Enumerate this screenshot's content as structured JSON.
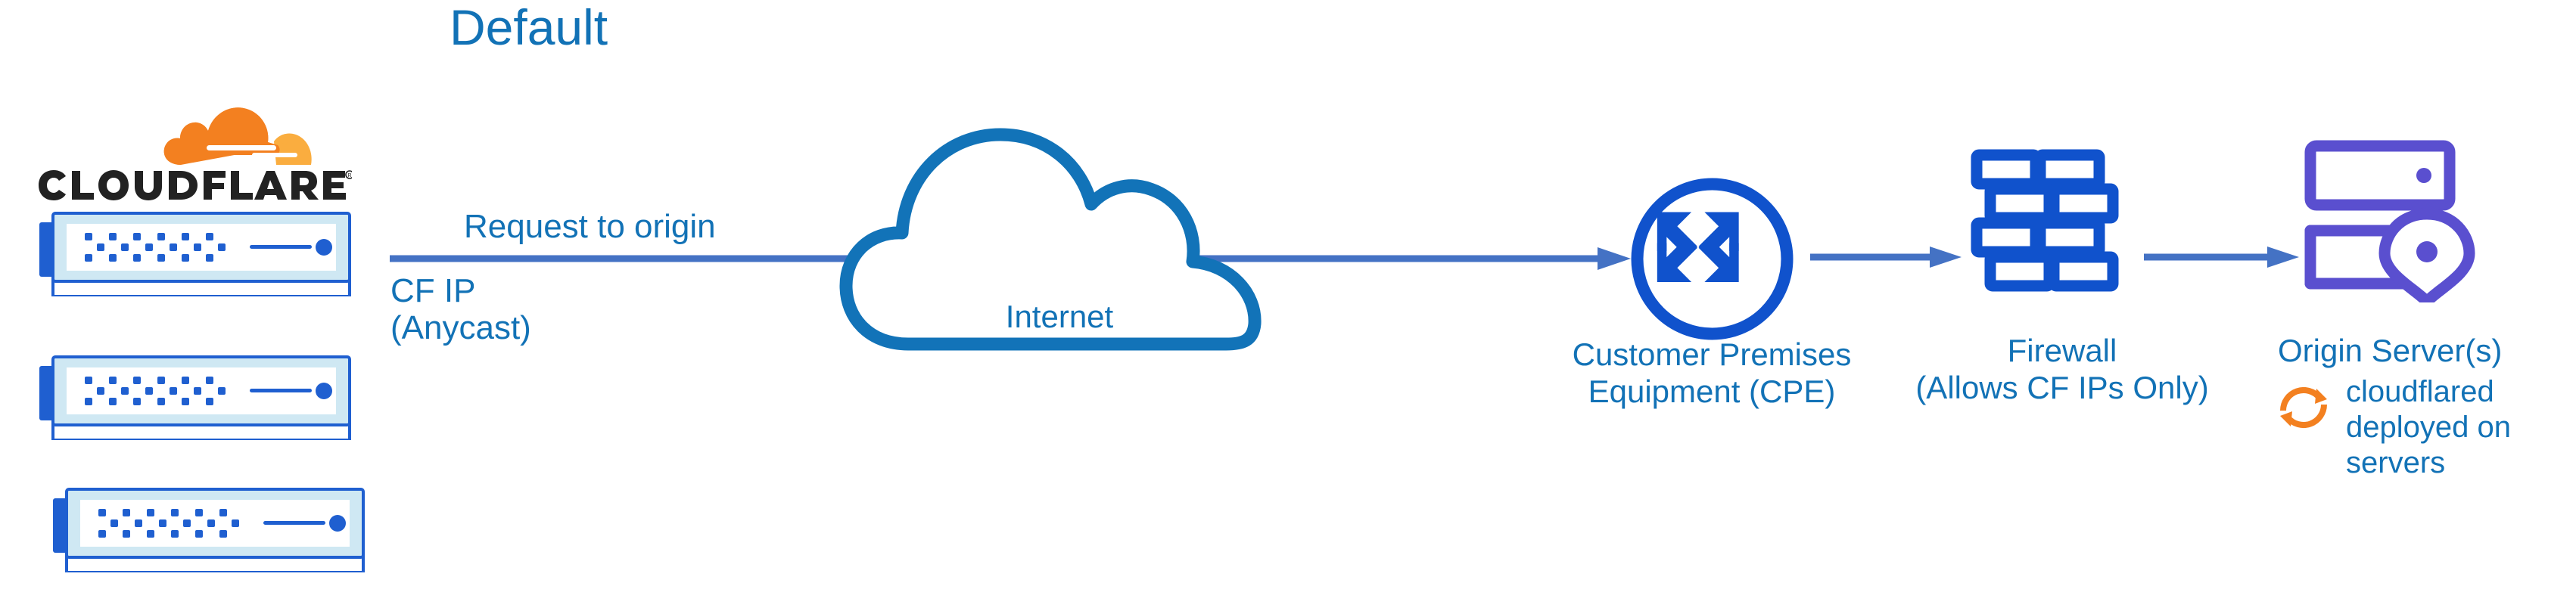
{
  "diagram": {
    "title": "Default",
    "brand": {
      "wordmark": "CLOUDFLARE",
      "registered": "®",
      "mark_icon": "cloudflare-cloud-icon"
    },
    "flow_label": {
      "above_arrow": "Request to origin",
      "below_arrow": "CF IP\n(Anycast)"
    },
    "internet": {
      "label": "Internet",
      "icon": "cloud-outline-icon"
    },
    "nodes": [
      {
        "id": "cpe",
        "label": "Customer Premises\nEquipment (CPE)",
        "icon": "router-arrows-circle-icon"
      },
      {
        "id": "firewall",
        "label": "Firewall\n(Allows CF IPs Only)",
        "icon": "brick-wall-icon"
      },
      {
        "id": "origin",
        "label": "Origin Server(s)",
        "icon": "server-location-pin-icon"
      }
    ],
    "annotation": {
      "icon": "sync-arrows-icon",
      "text": "cloudflared\ndeployed on\nservers"
    },
    "servers": {
      "icon": "rack-server-icon",
      "count": 3
    },
    "colors": {
      "title_blue": "#1272b6",
      "label_blue": "#1272b6",
      "cloud_blue": "#1273b8",
      "arrow_blue": "#4472c4",
      "node_blue": "#1052cc",
      "origin_purple": "#5a4fcf",
      "brand_orange": "#f38020",
      "brand_orange_light": "#faad3f",
      "wordmark_black": "#222222",
      "server_fill": "#ffffff",
      "server_inner": "#cfe8f3",
      "server_edge": "#1f5fd0",
      "background": "#ffffff"
    }
  }
}
